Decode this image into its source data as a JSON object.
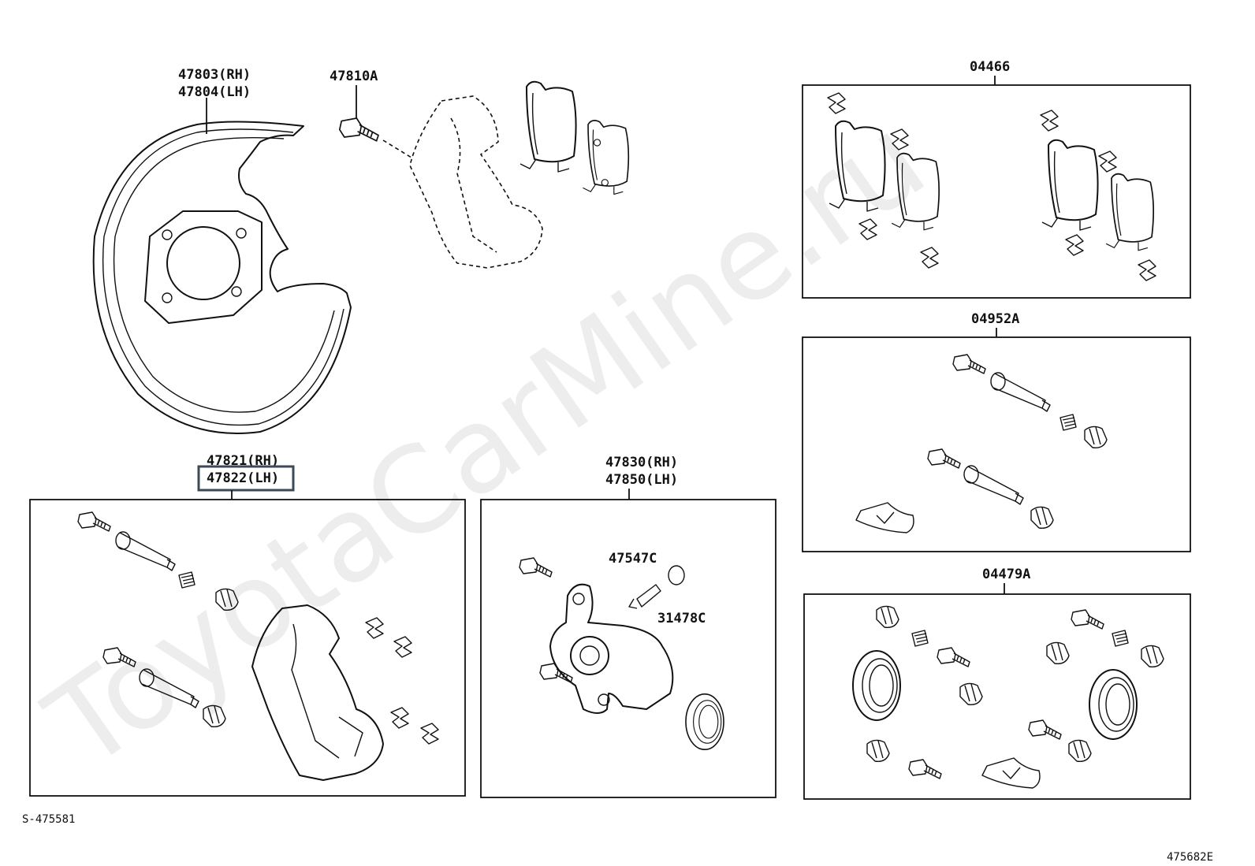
{
  "labels": {
    "shield_rh": "47803(RH)",
    "shield_lh": "47804(LH)",
    "bolt": "47810A",
    "pad_kit": "04466",
    "pin_kit": "04952A",
    "mount_rh": "47821(RH)",
    "mount_lh": "47822(LH)",
    "cyl_rh": "47830(RH)",
    "cyl_lh": "47850(LH)",
    "bleeder": "47547C",
    "cap": "31478C",
    "seal_kit": "04479A",
    "code_left": "S-475581",
    "code_right": "475682E"
  },
  "watermark": "ToyotaCarMine.ru"
}
